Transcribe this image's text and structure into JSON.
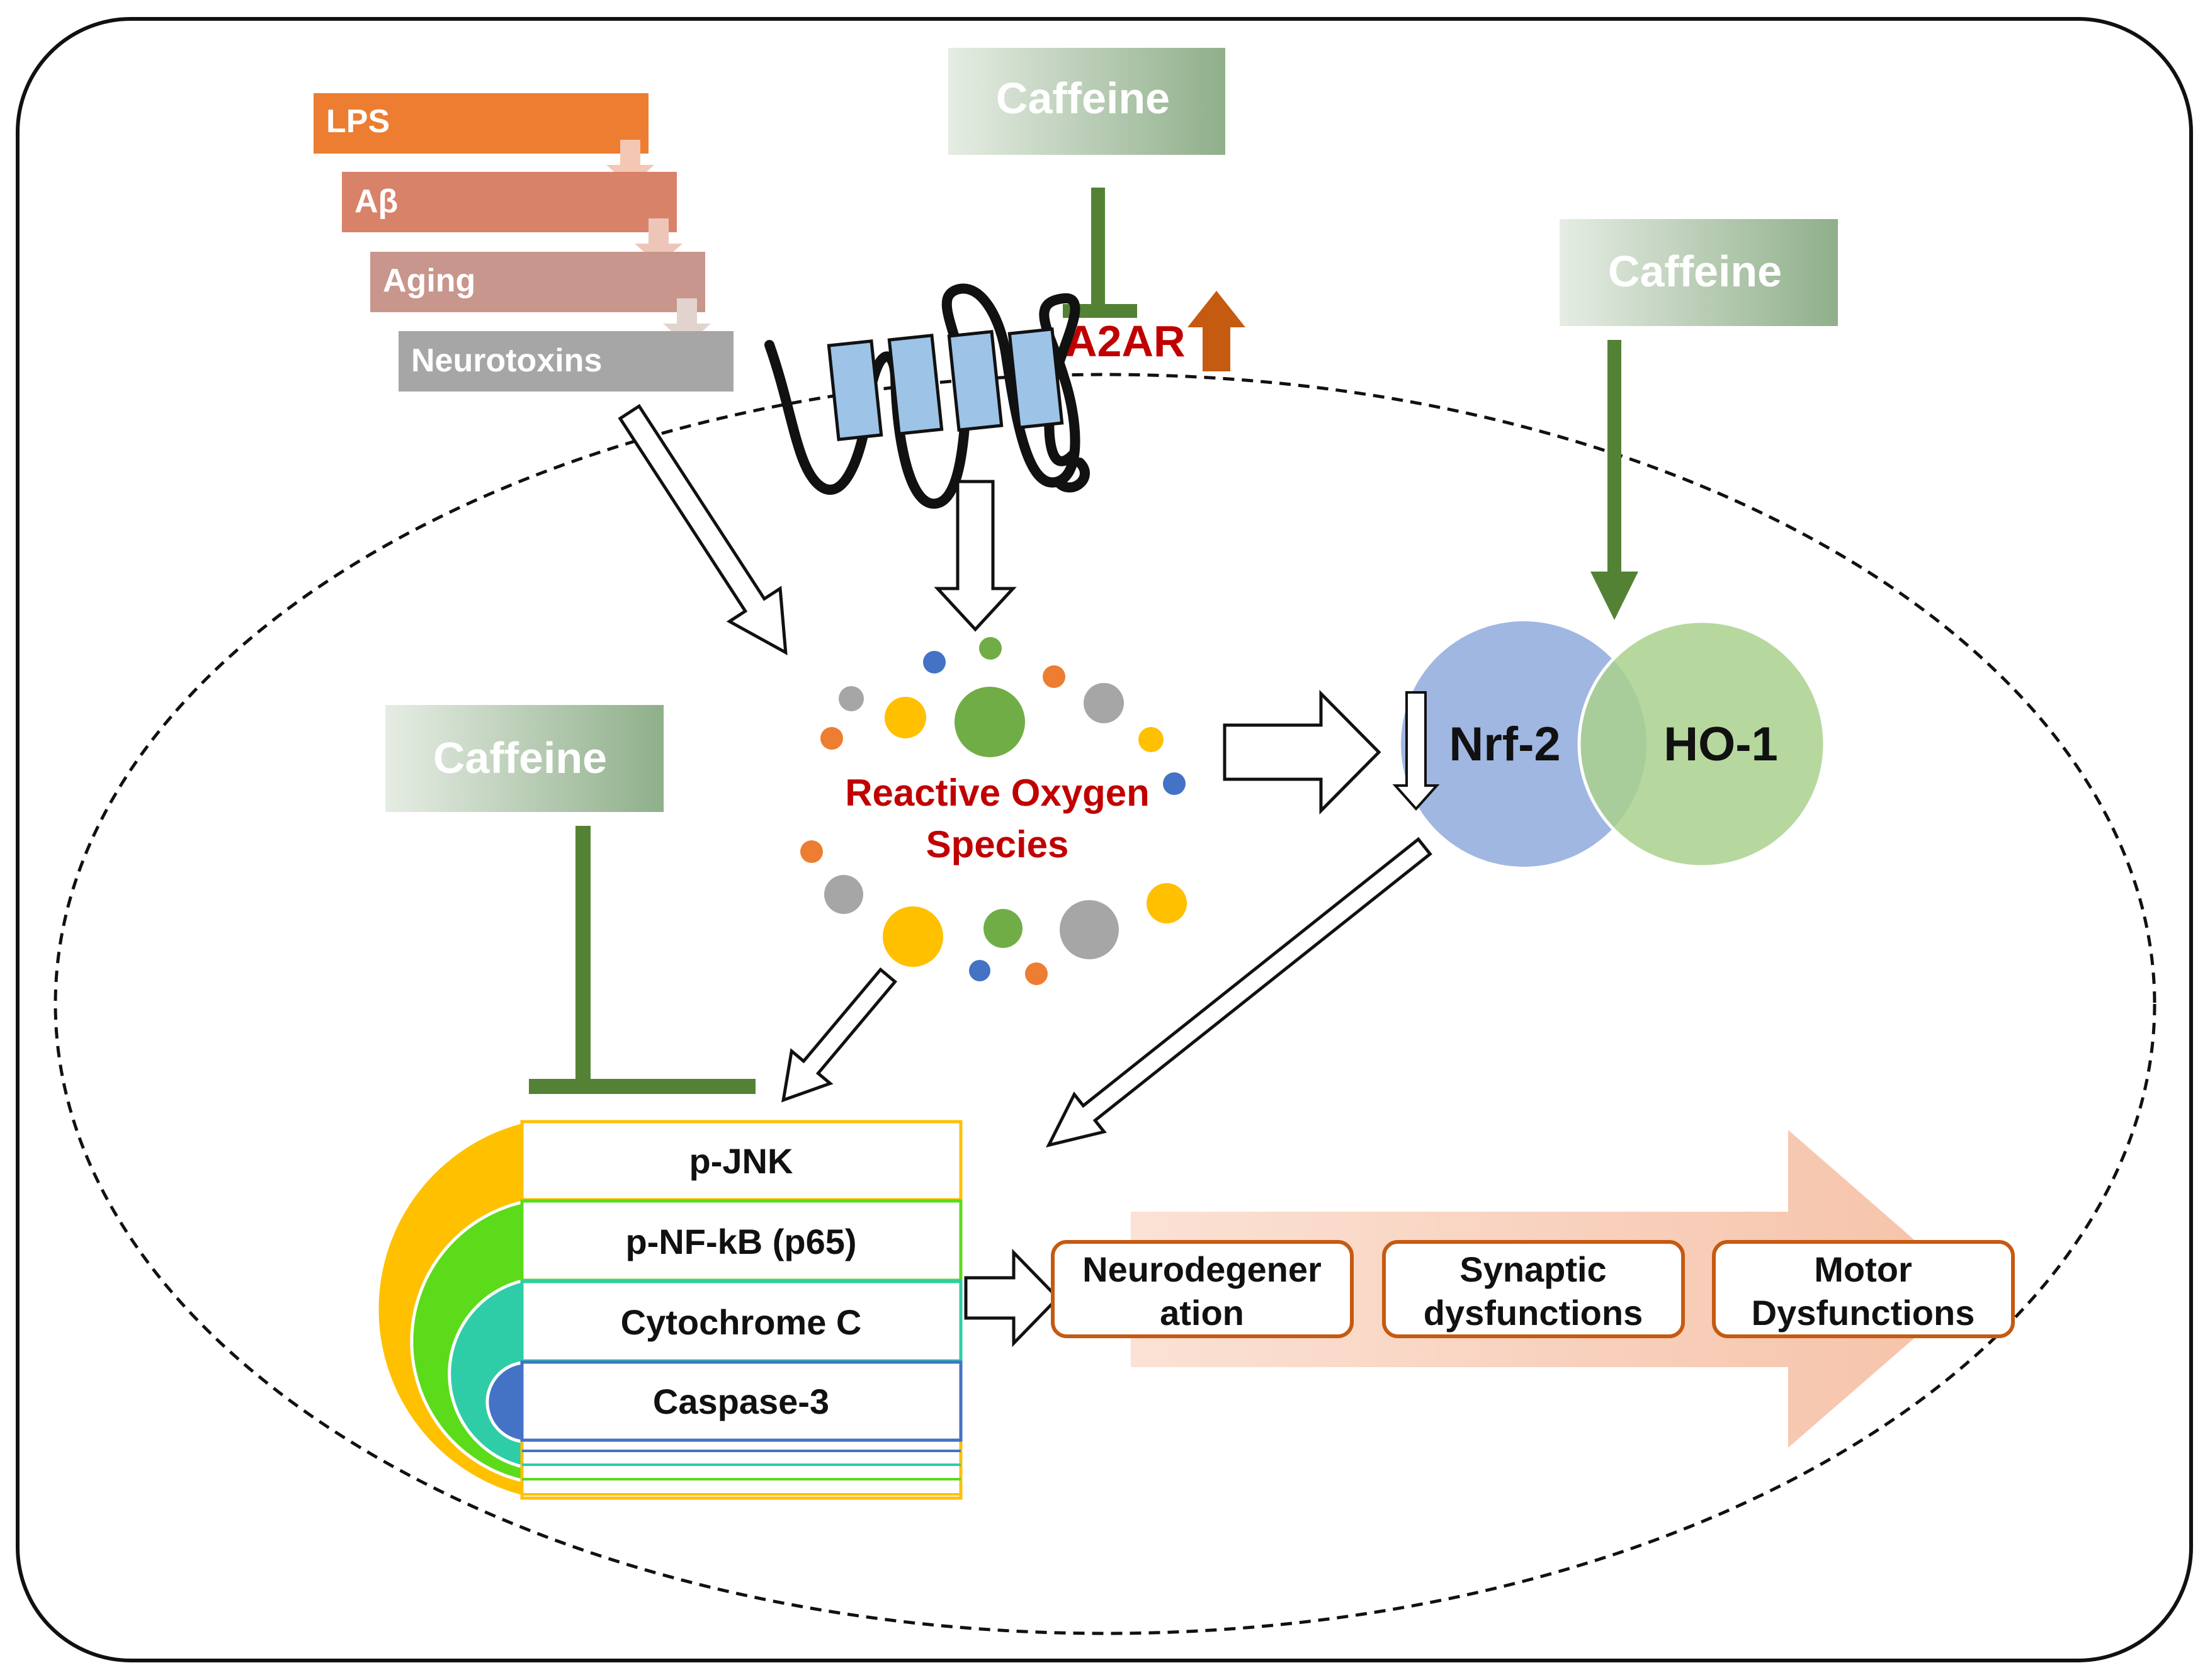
{
  "stressors": [
    "LPS",
    "Aβ",
    "Aging",
    "Neurotoxins"
  ],
  "caffeine_labels": {
    "top": "Caffeine",
    "right": "Caffeine",
    "left": "Caffeine"
  },
  "receptor": {
    "name": "A2AR"
  },
  "ros": {
    "line1": "Reactive Oxygen",
    "line2": "Species"
  },
  "nrf2_ho1": {
    "nrf2": "Nrf-2",
    "ho1": "HO-1"
  },
  "signaling_stack": [
    "p-JNK",
    "p-NF-kB (p65)",
    "Cytochrome C",
    "Caspase-3"
  ],
  "outcomes": [
    {
      "line1": "Neurodegener",
      "line2": "ation"
    },
    {
      "line1": "Synaptic",
      "line2": "dysfunctions"
    },
    {
      "line1": "Motor",
      "line2": "Dysfunctions"
    }
  ],
  "colors": {
    "stressors": [
      "#ED7D31",
      "#D9826A",
      "#C8968C",
      "#A6A6A6"
    ],
    "caffeine_fill_dark": "#8FAF8A",
    "caffeine_fill_light": "#E6EDE4",
    "inhibition_green": "#548235",
    "a2ar_red": "#C00000",
    "up_arrow": "#C55A11",
    "receptor_blue": "#9DC3E6",
    "ros_text": "#C00000",
    "nrf2": "#8FAADC",
    "ho1": "#A9D18E",
    "stack_yellow": "#FFC000",
    "stack_green": "#5BDB1A",
    "stack_teal": "#2ECDA7",
    "stack_blue": "#4472C4",
    "outcome_border": "#C55A11",
    "big_arrow": "#F8CBAD"
  }
}
